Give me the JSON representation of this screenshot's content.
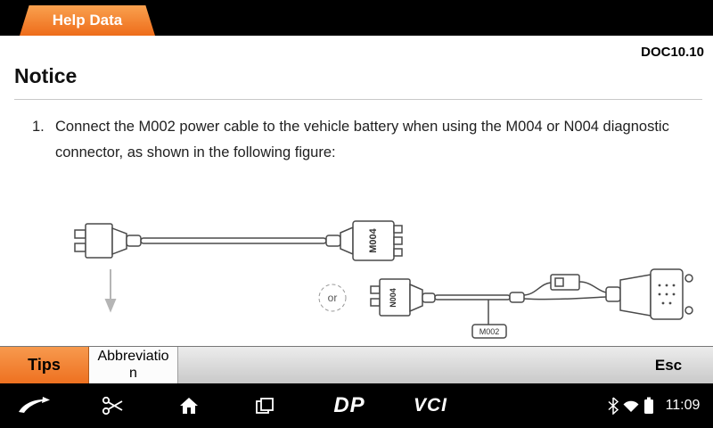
{
  "header": {
    "tab_label": "Help Data"
  },
  "document": {
    "code": "DOC10.10",
    "title": "Notice",
    "items": [
      {
        "number": "1.",
        "text": "Connect the M002 power cable to the vehicle battery when using the M004 or N004 diagnostic connector, as shown in the following figure:"
      }
    ]
  },
  "diagram": {
    "labels": {
      "connector_top": "M004",
      "or": "or",
      "connector_left": "N004",
      "tag": "M002"
    }
  },
  "toolbar": {
    "tips": "Tips",
    "abbreviation": "Abbreviation",
    "esc": "Esc"
  },
  "navbar": {
    "dp_label": "DP",
    "vci_label": "VCI",
    "time": "11:09",
    "icons": [
      "back-icon",
      "scissors-icon",
      "home-icon",
      "recents-icon",
      "bluetooth-icon",
      "wifi-icon",
      "battery-icon"
    ]
  },
  "colors": {
    "accent_orange": "#EE7120",
    "nav_black": "#000000",
    "toolbar_gray": "#D8D8D8"
  }
}
